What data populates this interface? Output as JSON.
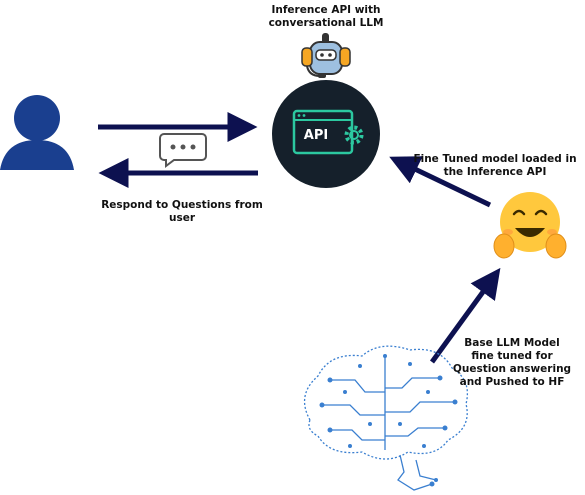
{
  "labels": {
    "api_title": "Inference API with\nconversational LLM",
    "api_text": "API",
    "respond": "Respond to Questions from\nuser",
    "fine_tuned": "Fine Tuned model loaded in\nthe Inference API",
    "base_model": "Base LLM Model\nfine tuned for\nQuestion answering\nand Pushed to HF"
  },
  "icons": [
    "user-icon",
    "chat-bubble-icon",
    "robot-headset-icon",
    "api-gear-icon",
    "hugging-face-emoji-icon",
    "circuit-brain-icon"
  ],
  "colors": {
    "arrow": "#0d1150",
    "user": "#1a3f8f",
    "api_circle": "#15202b",
    "api_accent": "#2cc8a0",
    "emoji": "#ffc83d",
    "brain": "#3a7fd0"
  }
}
